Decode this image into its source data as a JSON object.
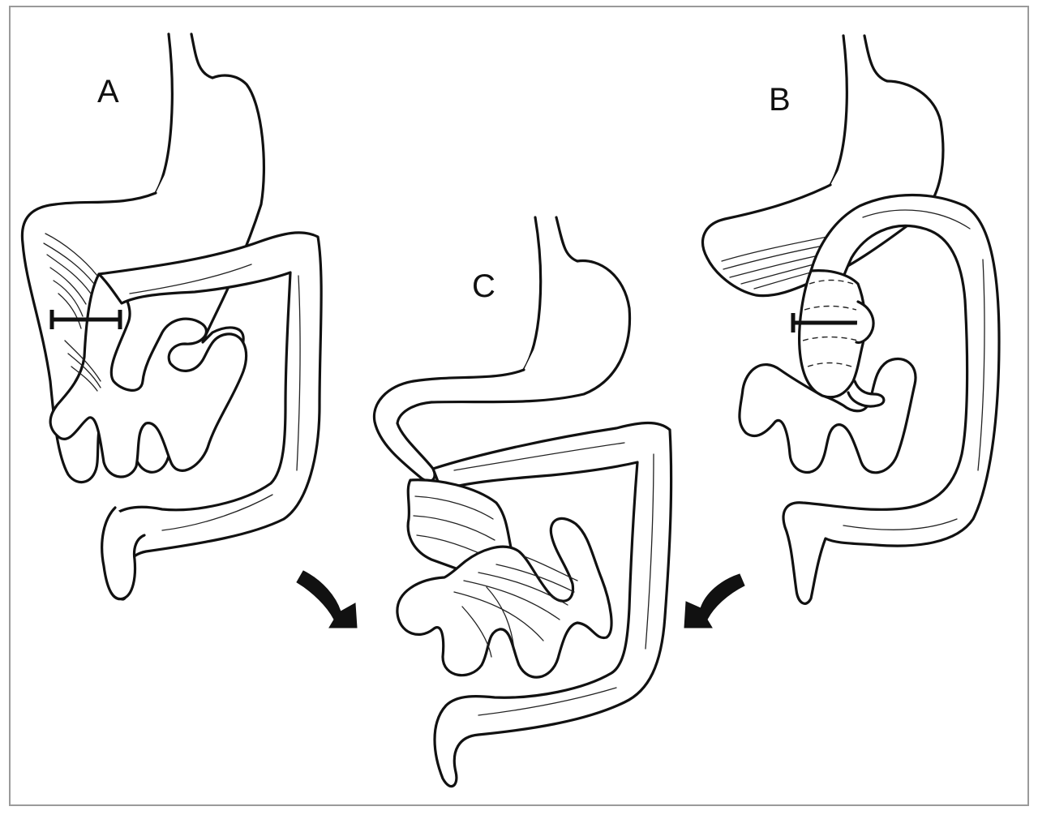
{
  "panels": [
    {
      "id": "A",
      "label": "A"
    },
    {
      "id": "C",
      "label": "C"
    },
    {
      "id": "B",
      "label": "B"
    }
  ]
}
